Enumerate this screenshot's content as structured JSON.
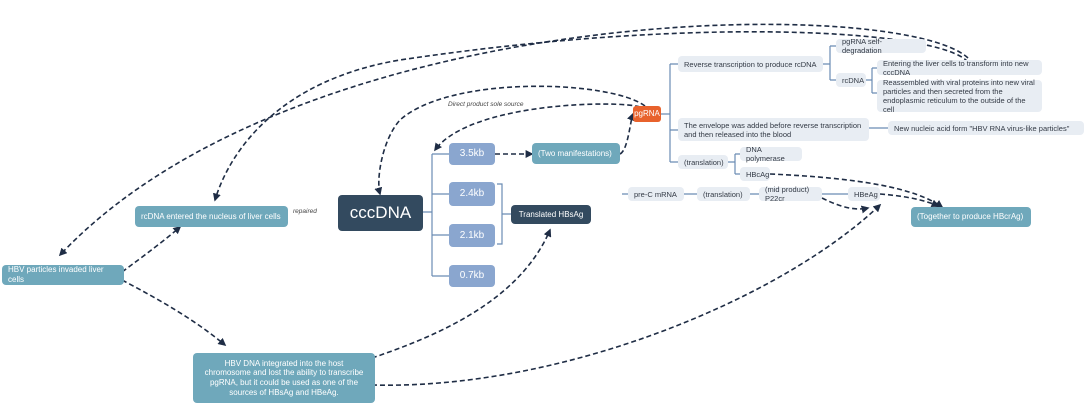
{
  "diagram": {
    "central": "cccDNA",
    "hbv_invaded": "HBV particles invaded liver cells",
    "rcdna_entered": "rcDNA entered the nucleus of liver cells",
    "repaired_label": "repaired",
    "integrated": "HBV DNA integrated into the host chromosome and lost the ability to transcribe pgRNA, but it could be used as one of the sources of HBsAg and HBeAg.",
    "transcripts": [
      "3.5kb",
      "2.4kb",
      "2.1kb",
      "0.7kb"
    ],
    "translated_hbsag": "Translated HBsAg",
    "two_manifestations": "(Two manifestations)",
    "direct_source_label": "Direct product sole source",
    "pgrna": "pgRNA",
    "reverse_transcription": "Reverse transcription to produce rcDNA",
    "pgrna_self_degradation": "pgRNA self-degradation",
    "rcdna": "rcDNA",
    "entering_liver": "Entering the liver cells to transform into new cccDNA",
    "reassembled": "Reassembled with viral proteins into new viral particles and then secreted from the endoplasmic reticulum to the outside of the cell",
    "envelope_added": "The envelope was added before reverse transcription and then released into the blood",
    "new_nucleic_acid": "New nucleic acid form \"HBV RNA virus-like particles\"",
    "translation_1": "(translation)",
    "dna_polymerase": "DNA polymerase",
    "hbcag": "HBcAg",
    "pre_c_mrna": "pre-C mRNA",
    "translation_2": "(translation)",
    "mid_product": "(mid product) P22cr",
    "hbeag": "HBeAg",
    "hbcrag": "(Together to produce HBcrAg)"
  },
  "colors": {
    "teal": "#6fa8bb",
    "dark_navy": "#334a5f",
    "blue": "#8aa6cf",
    "light": "#e8edf3",
    "orange": "#e8622c",
    "connector": "#1f2d45",
    "solid_line": "#6b8cb3"
  }
}
